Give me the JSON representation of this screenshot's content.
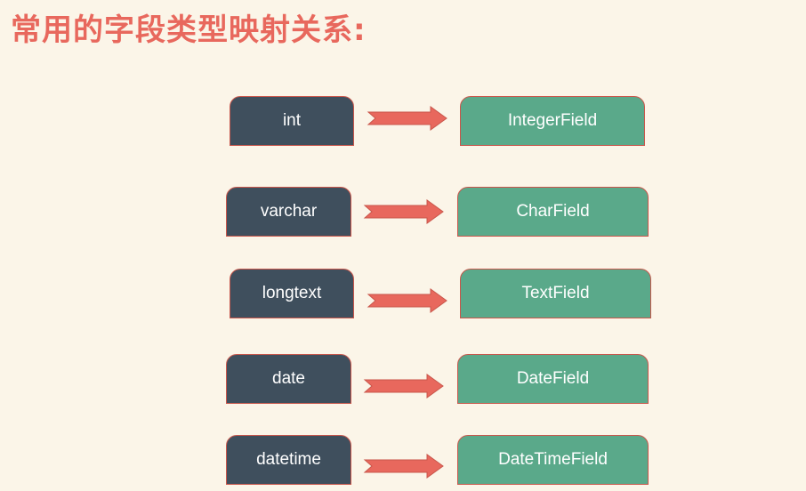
{
  "title": "常用的字段类型映射关系:",
  "colors": {
    "background": "#fbf5e8",
    "title": "#e8685d",
    "db_box": "#3f4f5d",
    "field_box": "#5aa98a",
    "arrow": "#e8685d",
    "border": "#c9564b"
  },
  "mappings": [
    {
      "db_type": "int",
      "model_field": "IntegerField"
    },
    {
      "db_type": "varchar",
      "model_field": "CharField"
    },
    {
      "db_type": "longtext",
      "model_field": "TextField"
    },
    {
      "db_type": "date",
      "model_field": "DateField"
    },
    {
      "db_type": "datetime",
      "model_field": "DateTimeField"
    }
  ]
}
